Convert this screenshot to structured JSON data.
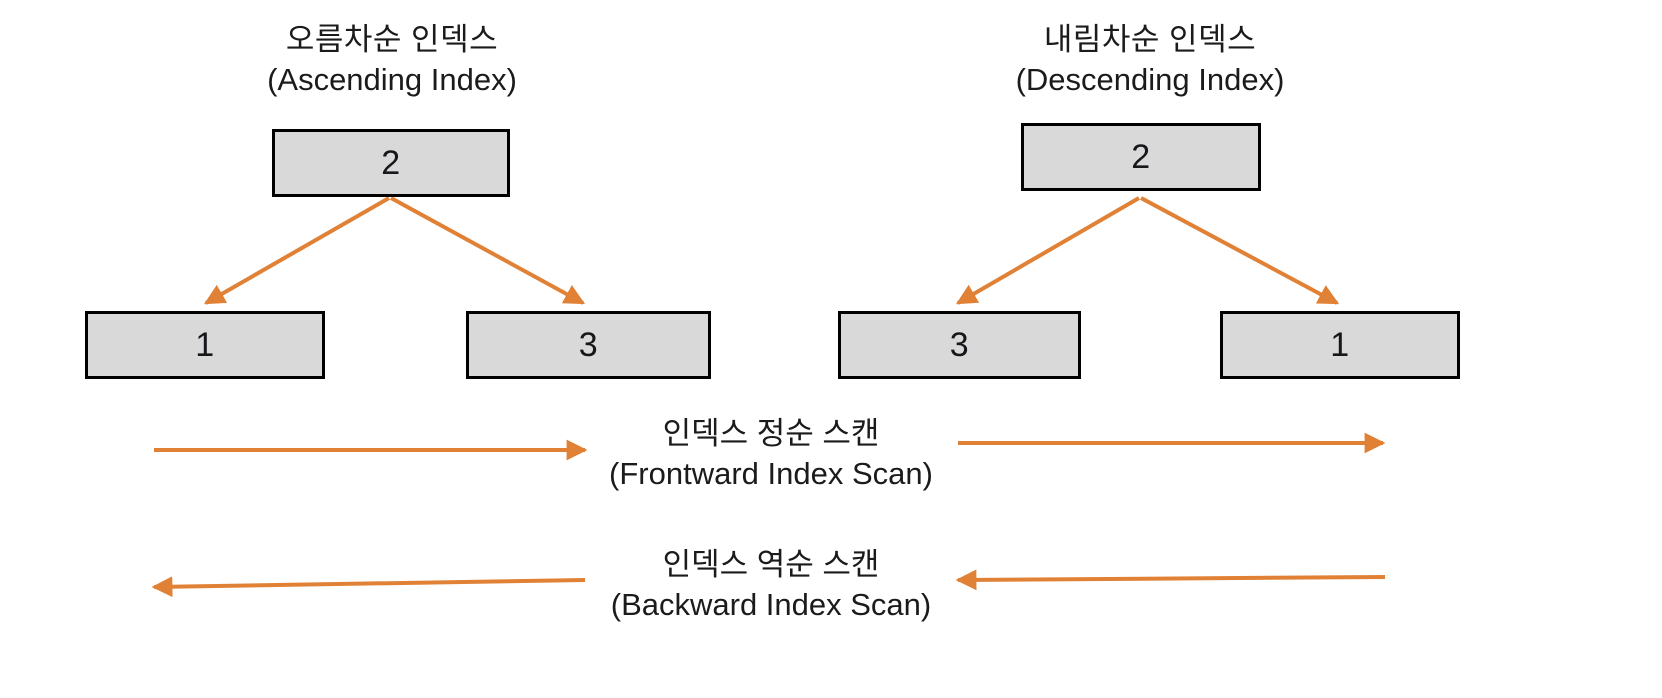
{
  "diagram": {
    "title_left": {
      "ko": "오름차순 인덱스",
      "en": "(Ascending Index)"
    },
    "title_right": {
      "ko": "내림차순 인덱스",
      "en": "(Descending Index)"
    },
    "colors": {
      "arrow": "#e08135",
      "node_fill": "#d9d9d9",
      "node_border": "#000000",
      "text": "#1b1b1b",
      "background": "#ffffff"
    },
    "trees": [
      {
        "name": "ascending-index-tree",
        "root": "2",
        "children": [
          "1",
          "3"
        ]
      },
      {
        "name": "descending-index-tree",
        "root": "2",
        "children": [
          "3",
          "1"
        ]
      }
    ],
    "scans": [
      {
        "name": "frontward-index-scan",
        "ko": "인덱스 정순 스캔",
        "en": "(Frontward Index Scan)",
        "left_arrow_direction": "right",
        "right_arrow_direction": "right"
      },
      {
        "name": "backward-index-scan",
        "ko": "인덱스 역순 스캔",
        "en": "(Backward Index Scan)",
        "left_arrow_direction": "left",
        "right_arrow_direction": "left"
      }
    ]
  }
}
